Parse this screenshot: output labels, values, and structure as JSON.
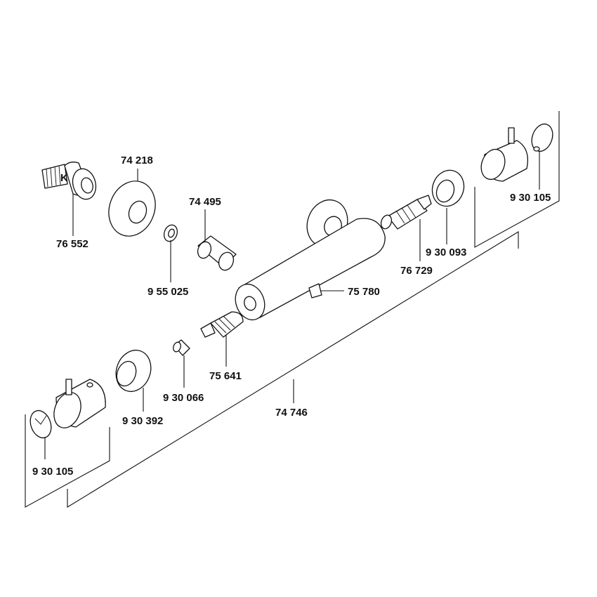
{
  "labels": {
    "l_76552": "76 552",
    "l_74218": "74 218",
    "l_74495": "74 495",
    "l_955025": "9 55 025",
    "l_930105_right": "9 30 105",
    "l_930093": "9 30 093",
    "l_76729": "76 729",
    "l_75780": "75 780",
    "l_75641": "75 641",
    "l_930066": "9 30 066",
    "l_930392": "9 30 392",
    "l_74746": "74 746",
    "l_930105_left": "9 30 105"
  },
  "marks": {
    "connector_letter": "K"
  },
  "colors": {
    "ink": "#111111",
    "background": "#ffffff"
  }
}
